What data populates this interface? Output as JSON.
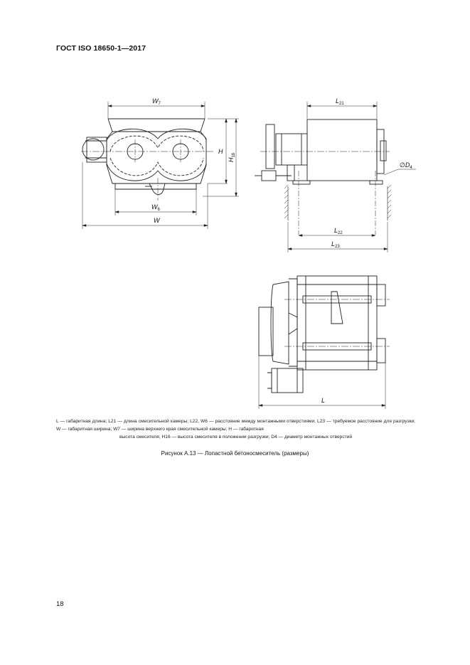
{
  "header": {
    "standard": "ГОСТ ISO 18650-1—2017"
  },
  "dimensions": {
    "w7": "W",
    "w7_sub": "7",
    "w6": "W",
    "w6_sub": "6",
    "w": "W",
    "h": "H",
    "h16": "H",
    "h16_sub": "16",
    "l21": "L",
    "l21_sub": "21",
    "l22": "L",
    "l22_sub": "22",
    "l23": "L",
    "l23_sub": "23",
    "d4": "∅D",
    "d4_sub": "4",
    "l": "L"
  },
  "legend": {
    "line1": "L — габаритная длина; L21 — длина смесительной камеры; L22, W6 — расстояние между монтажными отверстиями; L23 — требуемое расстояние для разгрузки; W — габаритная ширина; W7 — ширина верхнего края смесительной камеры; H — габаритная",
    "line2": "высота смесителя; H16 — высота смесителя в положении разгрузки; D4 — диаметр монтажных отверстий"
  },
  "caption": "Рисунок А.13 — Лопастной бетоносмеситель (размеры)",
  "page_number": "18"
}
